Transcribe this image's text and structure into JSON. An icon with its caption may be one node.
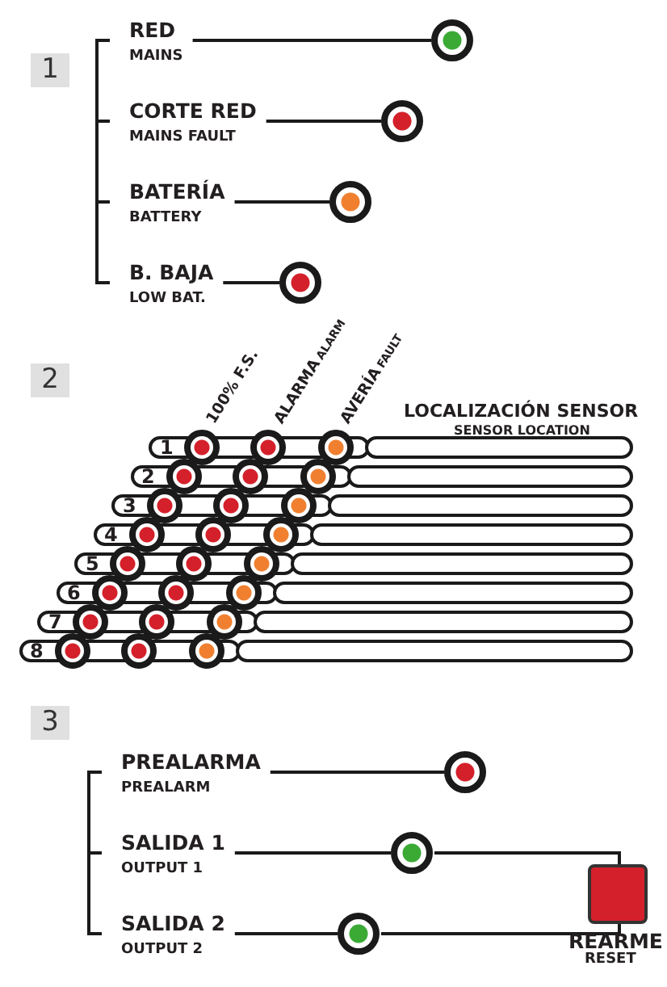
{
  "diagram": {
    "nodes": [
      {
        "text": [
          "RED",
          "MAINS"
        ]
      },
      {
        "text": [],
        "shape": "circle"
      },
      {
        "text": [
          "CORTE RED",
          "MAINS FAULT"
        ]
      },
      {
        "text": [],
        "shape": "circle"
      },
      {
        "text": [
          "BATERÍA",
          "BATTERY"
        ]
      },
      {
        "text": [],
        "shape": "circle"
      },
      {
        "text": [
          "B. BAJA",
          "LOW BAT."
        ]
      },
      {
        "text": [],
        "shape": "circle"
      },
      {
        "text": [
          "PREALARMA",
          "PREALARM"
        ]
      },
      {
        "text": [],
        "shape": "circle"
      },
      {
        "text": [
          "SALIDA 1",
          "OUTPUT 1"
        ]
      },
      {
        "text": [],
        "shape": "circle"
      },
      {
        "text": [
          "SALIDA 2",
          "OUTPUT 2"
        ]
      },
      {
        "text": [],
        "shape": "circle"
      },
      {
        "text": [],
        "shape": "box",
        "beside": [
          "REARME",
          "RESET"
        ]
      }
    ],
    "edges": [
      {
        "from": 0,
        "to": 1,
        "arrow": "none"
      },
      {
        "from": 2,
        "to": 3,
        "arrow": "none"
      },
      {
        "from": 4,
        "to": 5,
        "arrow": "none"
      },
      {
        "from": 6,
        "to": 7,
        "arrow": "none"
      },
      {
        "from": 8,
        "to": 9,
        "arrow": "none"
      },
      {
        "from": 10,
        "to": 11,
        "arrow": "none"
      },
      {
        "from": 11,
        "to": 14,
        "arrow": "none"
      },
      {
        "from": 12,
        "to": 13,
        "arrow": "none"
      },
      {
        "from": 13,
        "to": 14,
        "arrow": "none"
      }
    ],
    "labels": [
      "1",
      "2",
      "3",
      "100% F.S.",
      "ALARMA",
      "ALARM",
      "AVERÍA",
      "FAULT",
      "LOCALIZACIÓN SENSOR",
      "SENSOR LOCATION",
      "1",
      "2",
      "3",
      "4",
      "5",
      "6",
      "7",
      "8"
    ]
  }
}
